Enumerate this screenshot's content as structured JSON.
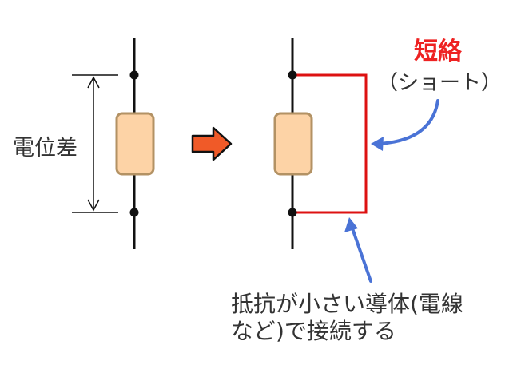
{
  "labels": {
    "potential_difference": "電位差",
    "short_title": "短絡",
    "short_reading": "（ショート）",
    "explanation_line1": "抵抗が小さい導体(電線",
    "explanation_line2": "など)で接続する"
  },
  "colors": {
    "wire": "#111111",
    "short_wire": "#dd1111",
    "short_title": "#ee2222",
    "pointer": "#4a73d6",
    "resistor_fill": "#fdd3a6",
    "resistor_stroke": "#b39264",
    "transition_arrow_fill": "#f05a28",
    "text": "#333333"
  }
}
